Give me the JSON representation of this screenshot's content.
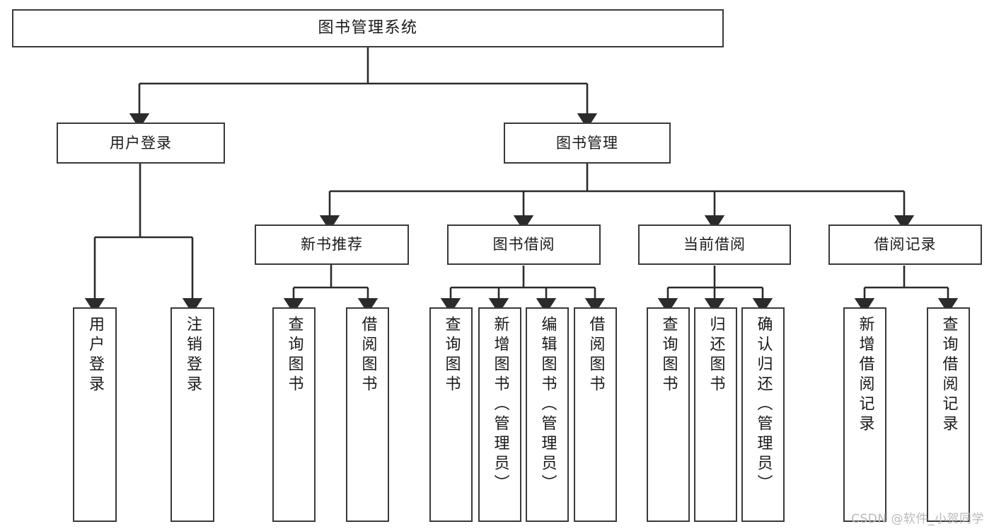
{
  "diagram": {
    "type": "tree-hierarchy-chart",
    "title": "图书管理系统",
    "watermark": "CSDN @软件_小贺同学",
    "colors": {
      "box_border": "#3a3a3a",
      "box_fill": "#ffffff",
      "line": "#2b2b2b",
      "text": "#1a1a1a",
      "watermark": "#b9b9b9",
      "background": "#ffffff"
    },
    "nodes": {
      "root": {
        "label": "图书管理系统"
      },
      "level1": [
        {
          "id": "user-login",
          "label": "用户登录"
        },
        {
          "id": "book-manage",
          "label": "图书管理"
        }
      ],
      "level2": [
        {
          "id": "new-book-recommend",
          "label": "新书推荐"
        },
        {
          "id": "book-borrow",
          "label": "图书借阅"
        },
        {
          "id": "current-borrow",
          "label": "当前借阅"
        },
        {
          "id": "borrow-record",
          "label": "借阅记录"
        }
      ],
      "leaves": [
        {
          "id": "leaf-user-login",
          "label": "用户登录",
          "parent": "user-login"
        },
        {
          "id": "leaf-logout",
          "label": "注销登录",
          "parent": "user-login"
        },
        {
          "id": "leaf-query-book-1",
          "label": "查询图书",
          "parent": "new-book-recommend"
        },
        {
          "id": "leaf-borrow-book-1",
          "label": "借阅图书",
          "parent": "new-book-recommend"
        },
        {
          "id": "leaf-query-book-2",
          "label": "查询图书",
          "parent": "book-borrow"
        },
        {
          "id": "leaf-add-book",
          "label": "新增图书（管理员）",
          "parent": "book-borrow"
        },
        {
          "id": "leaf-edit-book",
          "label": "编辑图书（管理员）",
          "parent": "book-borrow"
        },
        {
          "id": "leaf-borrow-book-2",
          "label": "借阅图书",
          "parent": "book-borrow"
        },
        {
          "id": "leaf-query-book-3",
          "label": "查询图书",
          "parent": "current-borrow"
        },
        {
          "id": "leaf-return-book",
          "label": "归还图书",
          "parent": "current-borrow"
        },
        {
          "id": "leaf-confirm-return",
          "label": "确认归还（管理员）",
          "parent": "current-borrow"
        },
        {
          "id": "leaf-add-record",
          "label": "新增借阅记录",
          "parent": "borrow-record"
        },
        {
          "id": "leaf-query-record",
          "label": "查询借阅记录",
          "parent": "borrow-record"
        }
      ]
    }
  }
}
